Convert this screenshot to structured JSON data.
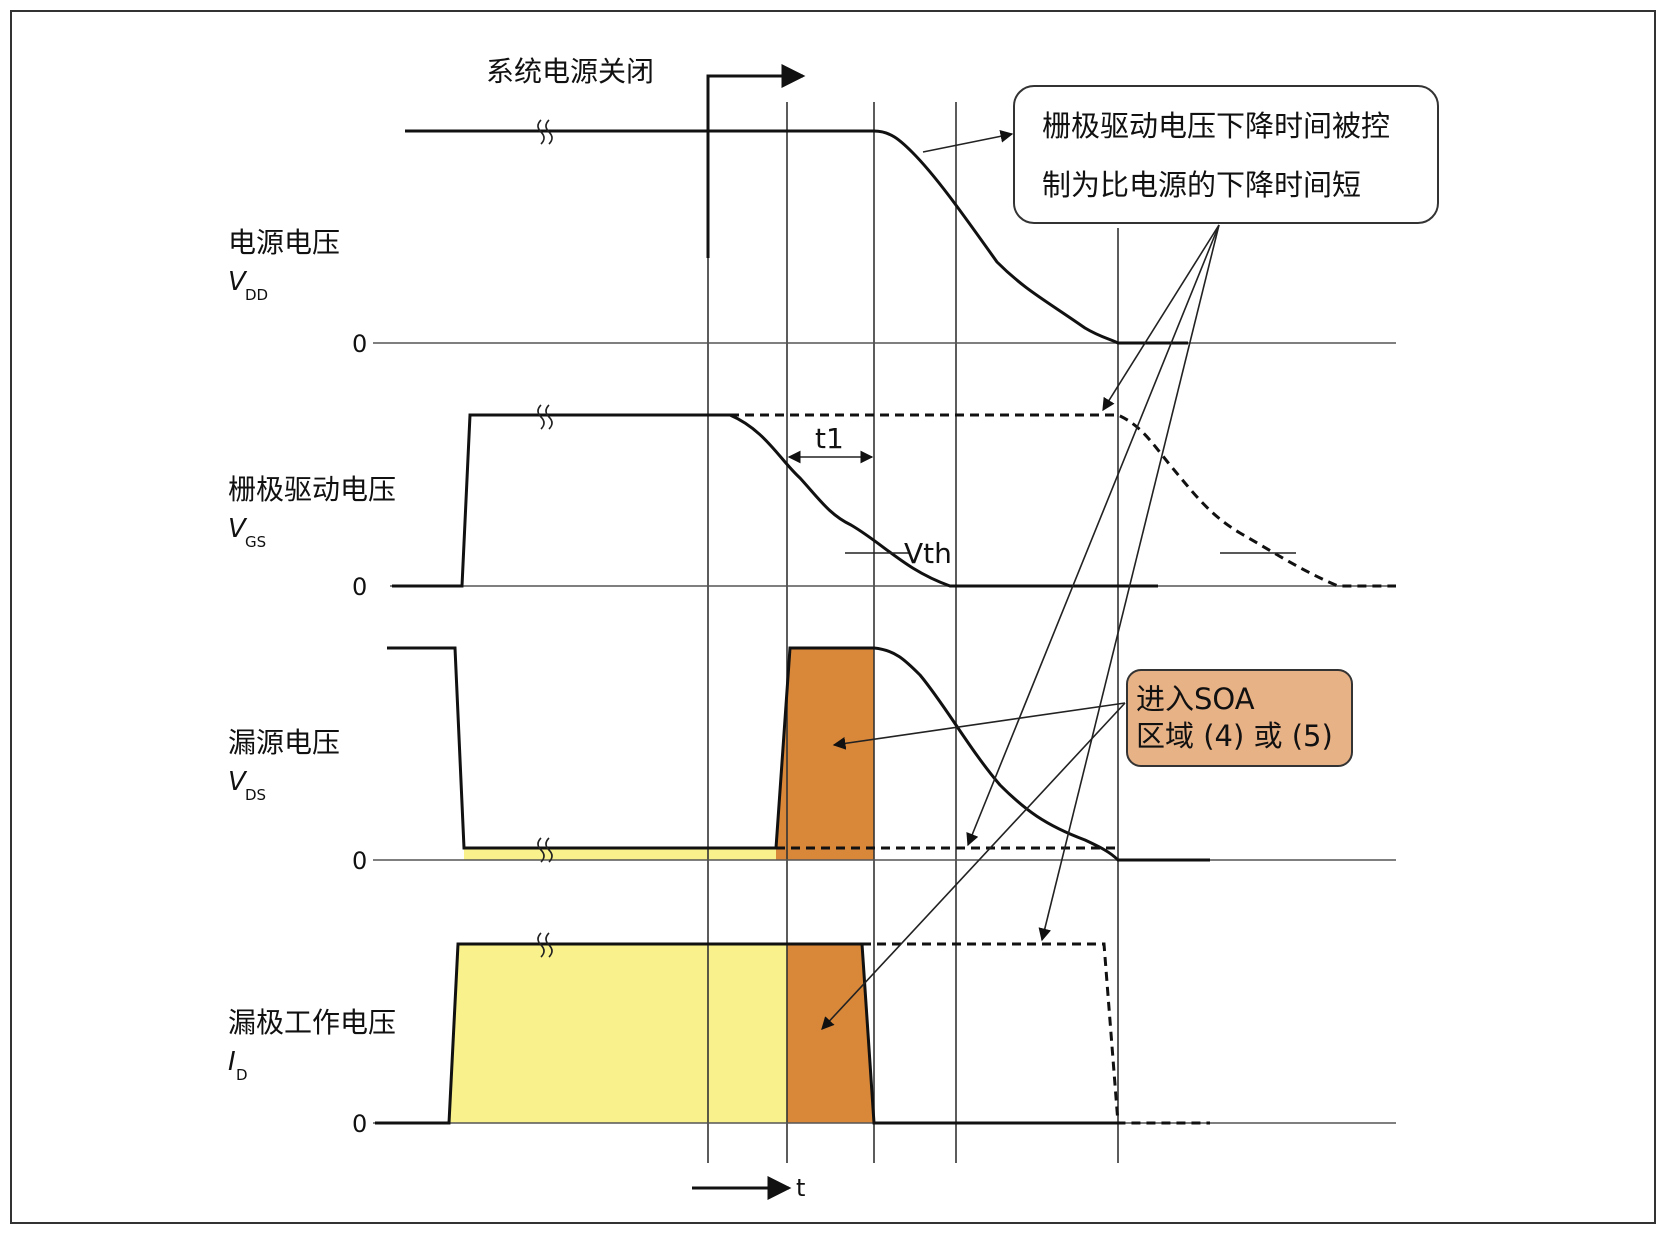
{
  "annotations": {
    "power_off": "系统电源关闭",
    "callout_gate_line1": "栅极驱动电压下降时间被控",
    "callout_gate_line2": "制为比电源的下降时间短",
    "callout_soa_line1": "进入SOA",
    "callout_soa_line2": "区域 (4) 或 (5)",
    "t1": "t1",
    "vth": "Vth",
    "time_axis": "t"
  },
  "signals": [
    {
      "name": "电源电压",
      "symbol": "V",
      "subscript": "DD",
      "zero": "0"
    },
    {
      "name": "栅极驱动电压",
      "symbol": "V",
      "subscript": "GS",
      "zero": "0"
    },
    {
      "name": "漏源电压",
      "symbol": "V",
      "subscript": "DS",
      "zero": "0"
    },
    {
      "name": "漏极工作电压",
      "symbol": "I",
      "subscript": "D",
      "zero": "0"
    }
  ],
  "colors": {
    "soa_fill": "#d9883a",
    "normal_fill": "#f8f18c",
    "callout_soa_bg": "#e8b287",
    "line": "#111111"
  }
}
